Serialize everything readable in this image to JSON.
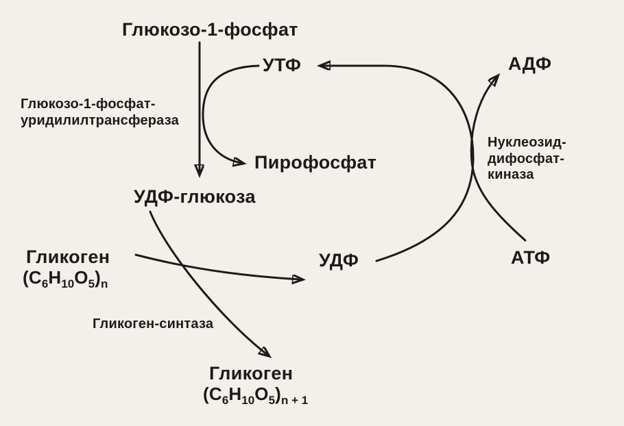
{
  "colors": {
    "background": "#f2f0ea",
    "ink": "#1d1b18"
  },
  "labels": {
    "glucose_1_phosphate": "Глюкозо-1-фосфат",
    "utp": "УТФ",
    "adp": "АДФ",
    "pyrophosphate": "Пирофосфат",
    "udp_glucose": "УДФ-глюкоза",
    "udp": "УДФ",
    "atp": "АТФ"
  },
  "enzymes": {
    "uridylyltransferase_line1": "Глюкозо-1-фосфат-",
    "uridylyltransferase_line2": "уридилилтрансфераза",
    "ndp_kinase_line1": "Нуклеозид-",
    "ndp_kinase_line2": "дифосфат-",
    "ndp_kinase_line3": "киназа",
    "glycogen_synthase": "Гликоген-синтаза"
  },
  "glycogen_n": {
    "title": "Гликоген",
    "open": "(C",
    "c_sub": "6",
    "h": "H",
    "h_sub": "10",
    "o": "O",
    "o_sub": "5",
    "close": ")",
    "n_sub": "n"
  },
  "glycogen_n_plus_1": {
    "title": "Гликоген",
    "open": "(C",
    "c_sub": "6",
    "h": "H",
    "h_sub": "10",
    "o": "O",
    "o_sub": "5",
    "close": ")",
    "n_sub": "n + 1"
  }
}
